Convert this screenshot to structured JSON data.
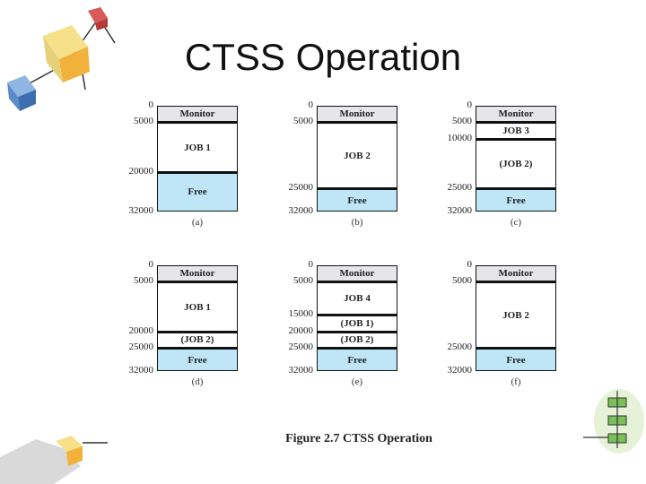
{
  "title": "CTSS Operation",
  "caption": "Figure 2.7  CTSS Operation",
  "colors": {
    "monitor": "#e6e6ea",
    "job": "#ffffff",
    "free": "#bfe6f7",
    "border": "#111111"
  },
  "diagrams": [
    {
      "label": "(a)",
      "addresses": [
        "0",
        "5000",
        "20000",
        "32000"
      ],
      "segments": [
        {
          "label": "Monitor",
          "start": 0,
          "end": 5000,
          "kind": "monitor"
        },
        {
          "label": "JOB 1",
          "start": 5000,
          "end": 20000,
          "kind": "job"
        },
        {
          "label": "Free",
          "start": 20000,
          "end": 32000,
          "kind": "free"
        }
      ]
    },
    {
      "label": "(b)",
      "addresses": [
        "0",
        "5000",
        "25000",
        "32000"
      ],
      "segments": [
        {
          "label": "Monitor",
          "start": 0,
          "end": 5000,
          "kind": "monitor"
        },
        {
          "label": "JOB 2",
          "start": 5000,
          "end": 25000,
          "kind": "job"
        },
        {
          "label": "Free",
          "start": 25000,
          "end": 32000,
          "kind": "free"
        }
      ]
    },
    {
      "label": "(c)",
      "addresses": [
        "0",
        "5000",
        "10000",
        "25000",
        "32000"
      ],
      "segments": [
        {
          "label": "Monitor",
          "start": 0,
          "end": 5000,
          "kind": "monitor"
        },
        {
          "label": "JOB 3",
          "start": 5000,
          "end": 10000,
          "kind": "job"
        },
        {
          "label": "(JOB 2)",
          "start": 10000,
          "end": 25000,
          "kind": "job"
        },
        {
          "label": "Free",
          "start": 25000,
          "end": 32000,
          "kind": "free"
        }
      ]
    },
    {
      "label": "(d)",
      "addresses": [
        "0",
        "5000",
        "20000",
        "25000",
        "32000"
      ],
      "segments": [
        {
          "label": "Monitor",
          "start": 0,
          "end": 5000,
          "kind": "monitor"
        },
        {
          "label": "JOB 1",
          "start": 5000,
          "end": 20000,
          "kind": "job"
        },
        {
          "label": "(JOB 2)",
          "start": 20000,
          "end": 25000,
          "kind": "job"
        },
        {
          "label": "Free",
          "start": 25000,
          "end": 32000,
          "kind": "free"
        }
      ]
    },
    {
      "label": "(e)",
      "addresses": [
        "0",
        "5000",
        "15000",
        "20000",
        "25000",
        "32000"
      ],
      "segments": [
        {
          "label": "Monitor",
          "start": 0,
          "end": 5000,
          "kind": "monitor"
        },
        {
          "label": "JOB 4",
          "start": 5000,
          "end": 15000,
          "kind": "job"
        },
        {
          "label": "(JOB 1)",
          "start": 15000,
          "end": 20000,
          "kind": "job"
        },
        {
          "label": "(JOB 2)",
          "start": 20000,
          "end": 25000,
          "kind": "job"
        },
        {
          "label": "Free",
          "start": 25000,
          "end": 32000,
          "kind": "free"
        }
      ]
    },
    {
      "label": "(f)",
      "addresses": [
        "0",
        "5000",
        "25000",
        "32000"
      ],
      "segments": [
        {
          "label": "Monitor",
          "start": 0,
          "end": 5000,
          "kind": "monitor"
        },
        {
          "label": "JOB 2",
          "start": 5000,
          "end": 25000,
          "kind": "job"
        },
        {
          "label": "Free",
          "start": 25000,
          "end": 32000,
          "kind": "free"
        }
      ]
    }
  ]
}
